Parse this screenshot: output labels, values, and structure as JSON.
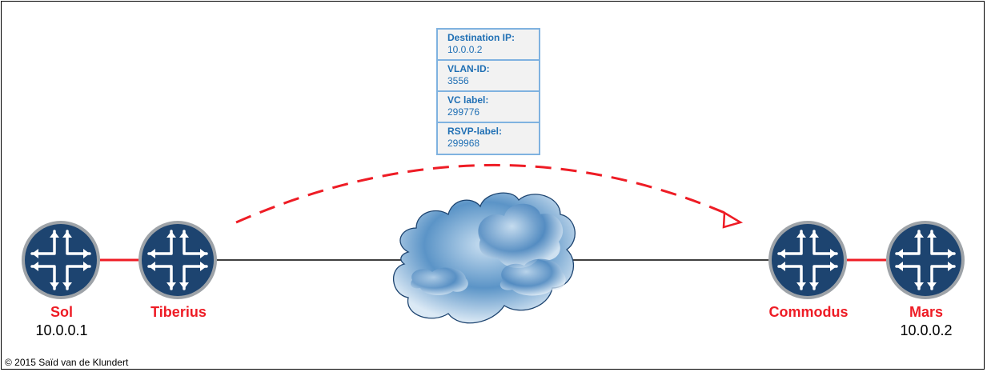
{
  "header_table": {
    "rows": [
      {
        "name": "Destination IP:",
        "value": "10.0.0.2"
      },
      {
        "name": "VLAN-ID:",
        "value": "3556"
      },
      {
        "name": "VC label:",
        "value": "299776"
      },
      {
        "name": "RSVP-label:",
        "value": "299968"
      }
    ]
  },
  "nodes": {
    "sol": {
      "name": "Sol",
      "ip": "10.0.0.1",
      "icon": "router-icon"
    },
    "tiberius": {
      "name": "Tiberius",
      "icon": "router-icon"
    },
    "commodus": {
      "name": "Commodus",
      "icon": "router-icon"
    },
    "mars": {
      "name": "Mars",
      "ip": "10.0.0.2",
      "icon": "router-icon"
    }
  },
  "cloud": {
    "icon": "network-cloud-icon"
  },
  "colors": {
    "router_fill": "#1d4470",
    "router_ring": "#9ea3a8",
    "label_red": "#ee1c25",
    "link_red": "#ee1c25",
    "table_border": "#7fb2e0",
    "table_text": "#1f6fb4"
  },
  "footer": {
    "copyright": "© 2015 Saïd van de Klundert"
  }
}
